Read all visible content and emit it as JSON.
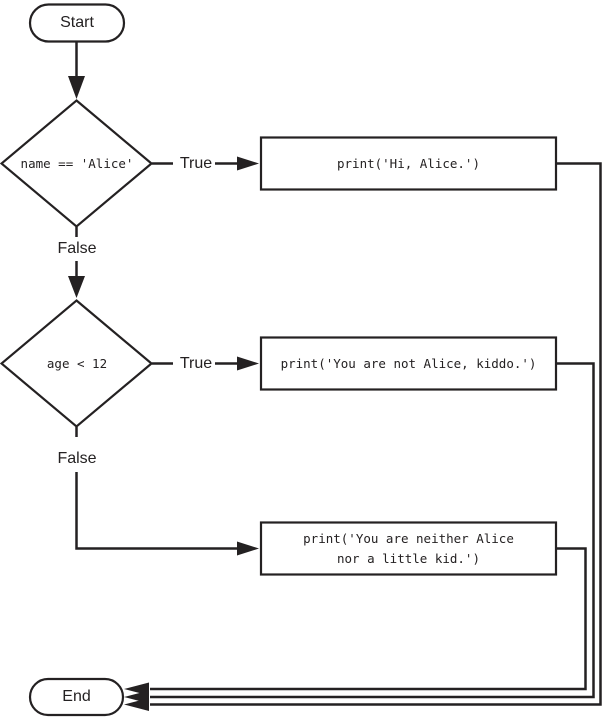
{
  "flowchart": {
    "nodes": {
      "start": {
        "type": "terminal",
        "label": "Start"
      },
      "decision_name": {
        "type": "decision",
        "label": "name == 'Alice'"
      },
      "process_hi_alice": {
        "type": "process",
        "label": "print('Hi, Alice.')"
      },
      "decision_age": {
        "type": "decision",
        "label": "age < 12"
      },
      "process_not_alice": {
        "type": "process",
        "label": "print('You are not Alice, kiddo.')"
      },
      "process_neither": {
        "type": "process",
        "label_line1": "print('You are neither Alice",
        "label_line2": "nor a little kid.')"
      },
      "end": {
        "type": "terminal",
        "label": "End"
      }
    },
    "edges": {
      "name_true": "True",
      "name_false": "False",
      "age_true": "True",
      "age_false": "False"
    },
    "colors": {
      "stroke": "#242122",
      "text": "#242122",
      "background": "#ffffff"
    }
  }
}
